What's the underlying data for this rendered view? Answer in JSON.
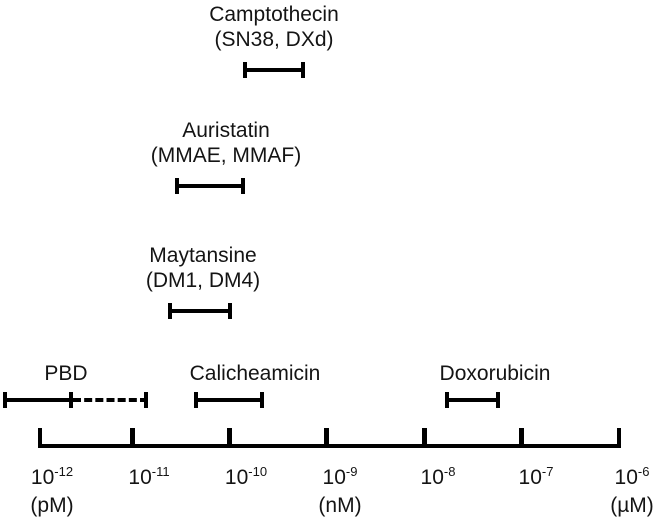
{
  "chart_data": {
    "type": "bar",
    "orientation": "horizontal-range",
    "title": "",
    "xlabel": "",
    "ylabel": "",
    "scale": "log10",
    "xlim": [
      -12,
      -6
    ],
    "grid": false,
    "legend": "none",
    "axis": {
      "ticks": [
        {
          "exponent": "-12",
          "mantissa": "10",
          "value": -12,
          "unit": "(pM)"
        },
        {
          "exponent": "-11",
          "mantissa": "10",
          "value": -11,
          "unit": ""
        },
        {
          "exponent": "-10",
          "mantissa": "10",
          "value": -10,
          "unit": ""
        },
        {
          "exponent": "-9",
          "mantissa": "10",
          "value": -9,
          "unit": "(nM)"
        },
        {
          "exponent": "-8",
          "mantissa": "10",
          "value": -8,
          "unit": ""
        },
        {
          "exponent": "-7",
          "mantissa": "10",
          "value": -7,
          "unit": ""
        },
        {
          "exponent": "-6",
          "mantissa": "10",
          "value": -6,
          "unit": "(µM)"
        }
      ]
    },
    "series": [
      {
        "name": "Camptothecin",
        "label_line1": "Camptothecin",
        "label_line2": "(SN38, DXd)",
        "x_start": -9.88,
        "x_end": -9.24,
        "dashed_end": null,
        "row": 0
      },
      {
        "name": "Auristatin",
        "label_line1": "Auristatin",
        "label_line2": "(MMAE, MMAF)",
        "x_start": -10.58,
        "x_end": -9.86,
        "dashed_end": null,
        "row": 1
      },
      {
        "name": "Maytansine",
        "label_line1": "Maytansine",
        "label_line2": "(DM1, DM4)",
        "x_start": -10.66,
        "x_end": -10.0,
        "dashed_end": null,
        "row": 2
      },
      {
        "name": "PBD",
        "label_line1": "PBD",
        "label_line2": "",
        "x_start": -12.36,
        "x_end": -11.65,
        "dashed_end": -10.87,
        "row": 3
      },
      {
        "name": "Calicheamicin",
        "label_line1": "Calicheamicin",
        "label_line2": "",
        "x_start": -10.39,
        "x_end": -9.67,
        "dashed_end": null,
        "row": 3
      },
      {
        "name": "Doxorubicin",
        "label_line1": "Doxorubicin",
        "label_line2": "",
        "x_start": -7.79,
        "x_end": -7.23,
        "dashed_end": null,
        "row": 3
      }
    ]
  },
  "colors": {
    "ink": "#000000",
    "text": "#141414",
    "background": "#ffffff"
  }
}
